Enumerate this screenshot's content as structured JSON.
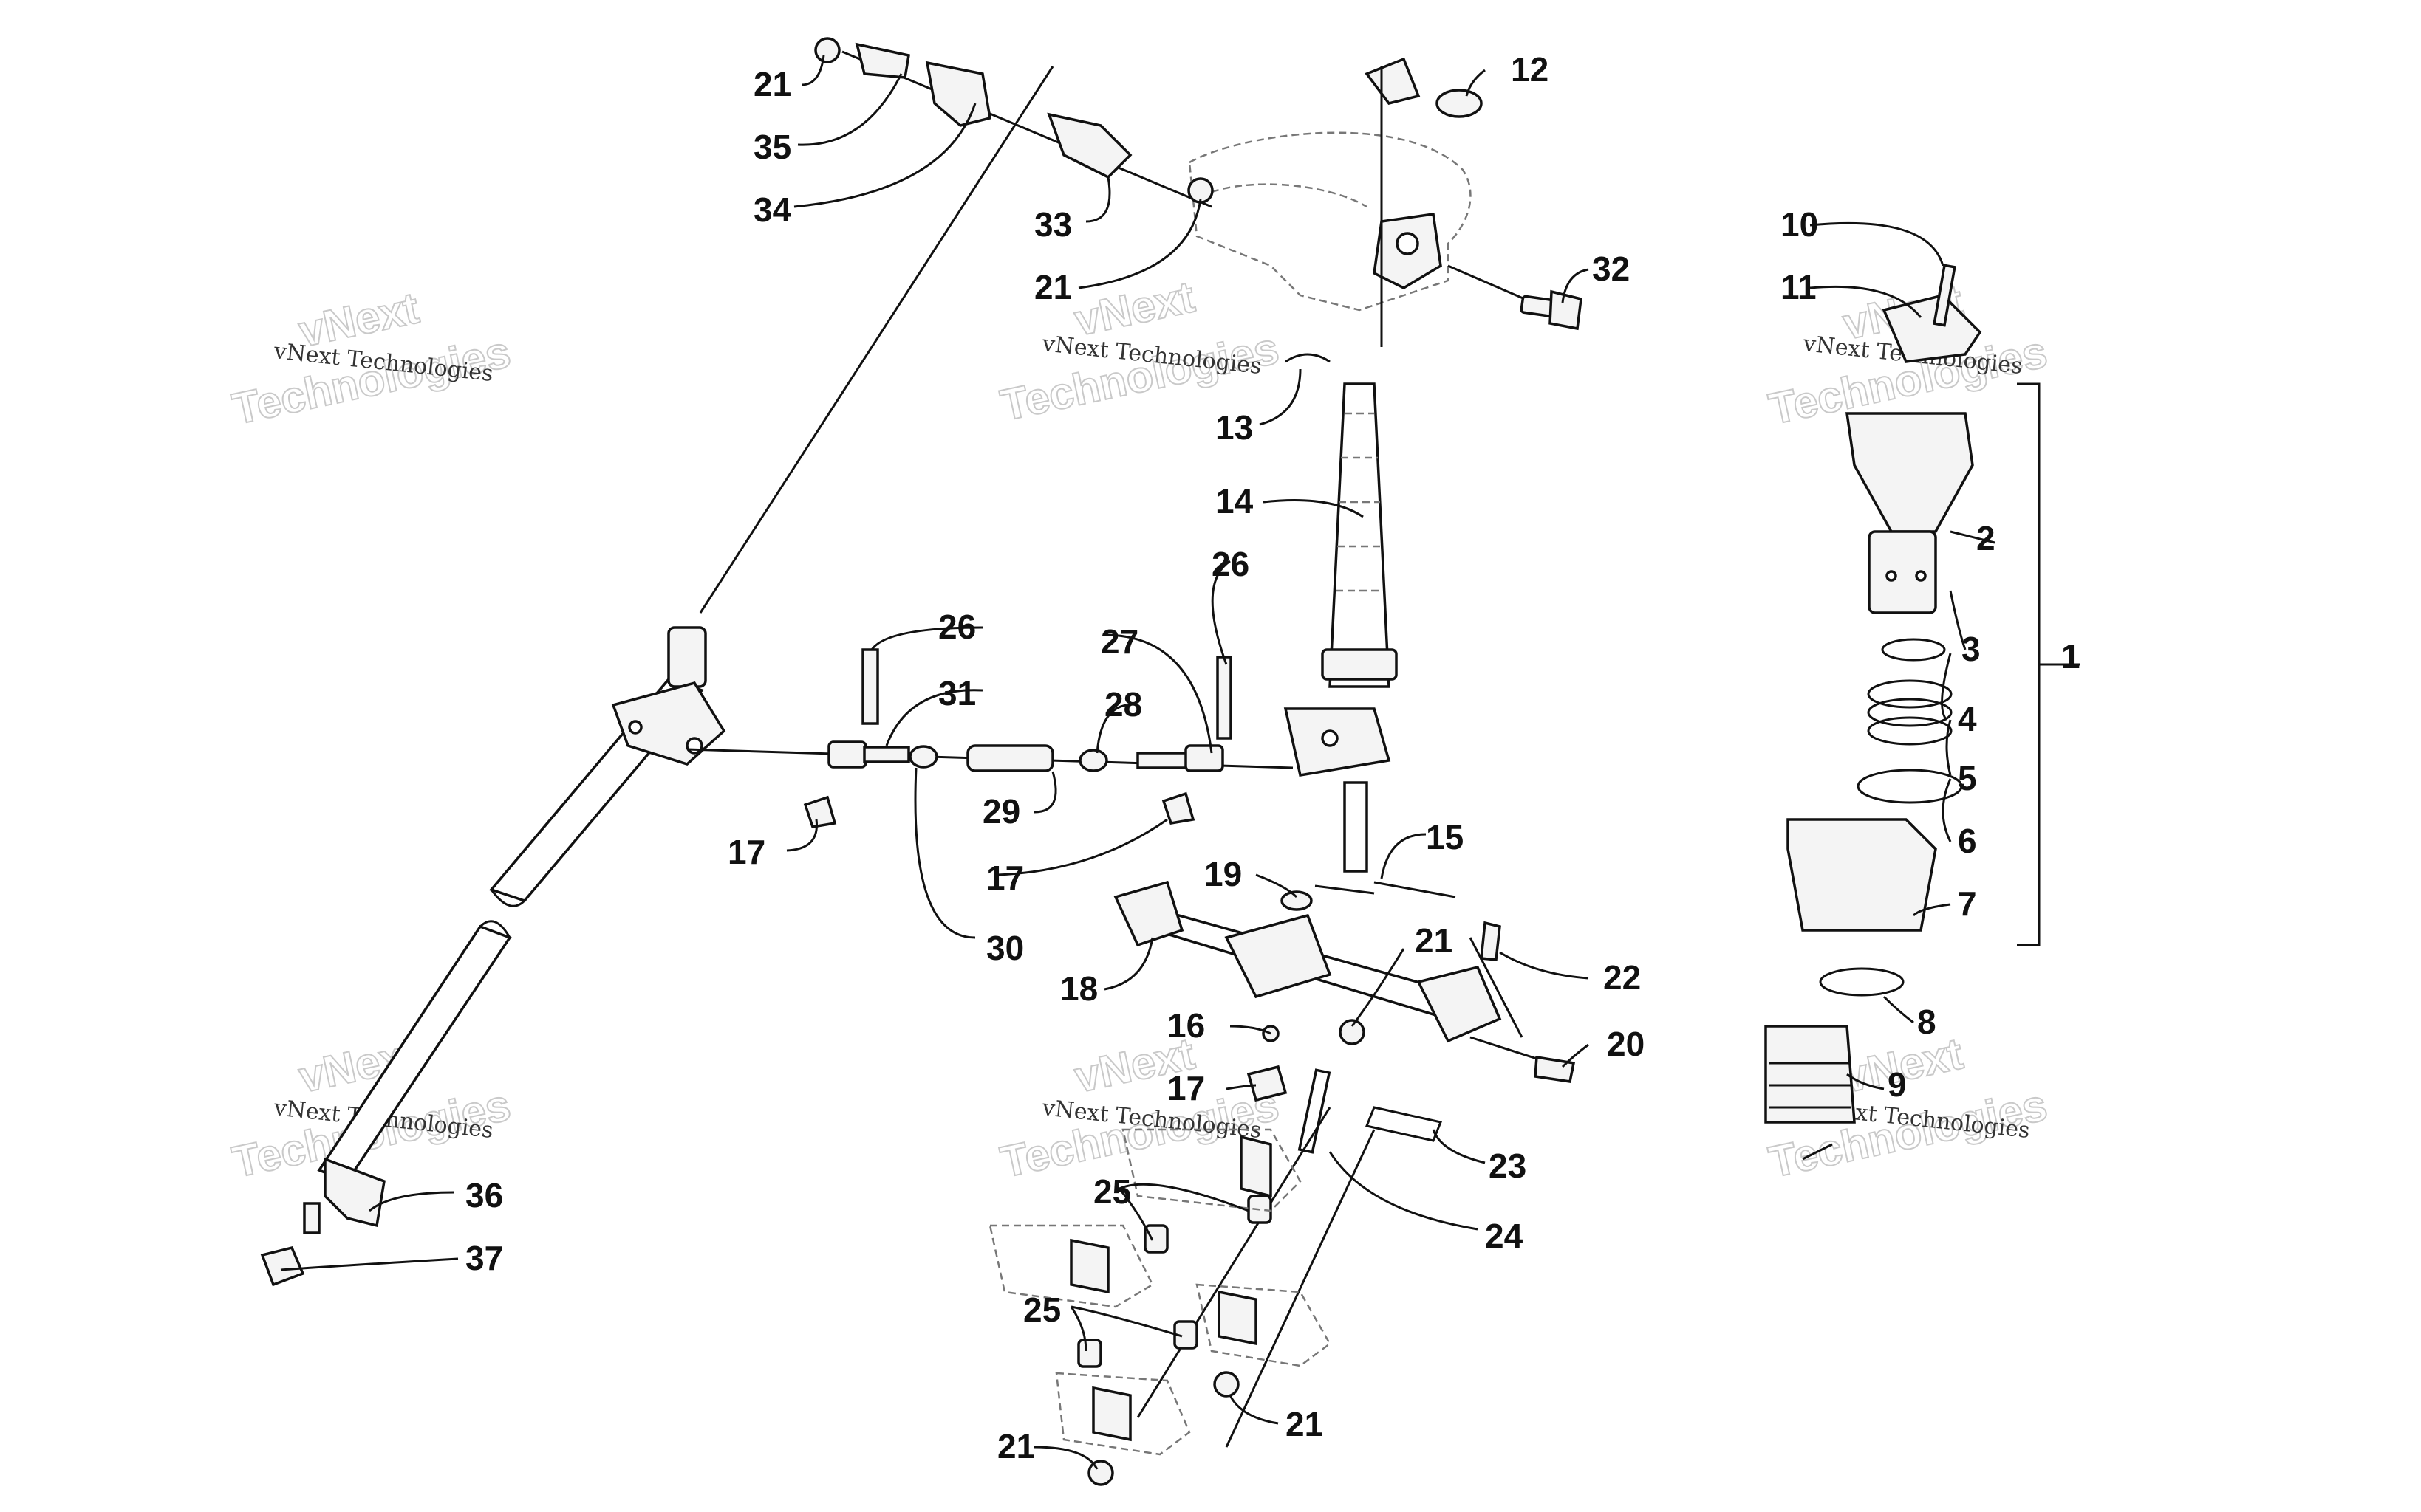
{
  "watermark": {
    "company": "vNext Technologies",
    "line1": "vNext",
    "line2": "Technologies"
  },
  "callouts": {
    "c1": "1",
    "c2": "2",
    "c3": "3",
    "c4": "4",
    "c5": "5",
    "c6": "6",
    "c7": "7",
    "c8": "8",
    "c9": "9",
    "c10": "10",
    "c11": "11",
    "c12": "12",
    "c13": "13",
    "c14": "14",
    "c15": "15",
    "c16": "16",
    "c17": "17",
    "c18": "18",
    "c19": "19",
    "c20": "20",
    "c21": "21",
    "c22": "22",
    "c23": "23",
    "c24": "24",
    "c25": "25",
    "c26": "26",
    "c27": "27",
    "c28": "28",
    "c29": "29",
    "c30": "30",
    "c31": "31",
    "c32": "32",
    "c33": "33",
    "c34": "34",
    "c35": "35",
    "c36": "36",
    "c37": "37"
  },
  "colors": {
    "line": "#111111",
    "background": "#ffffff",
    "watermark": "#c9c9c9"
  }
}
